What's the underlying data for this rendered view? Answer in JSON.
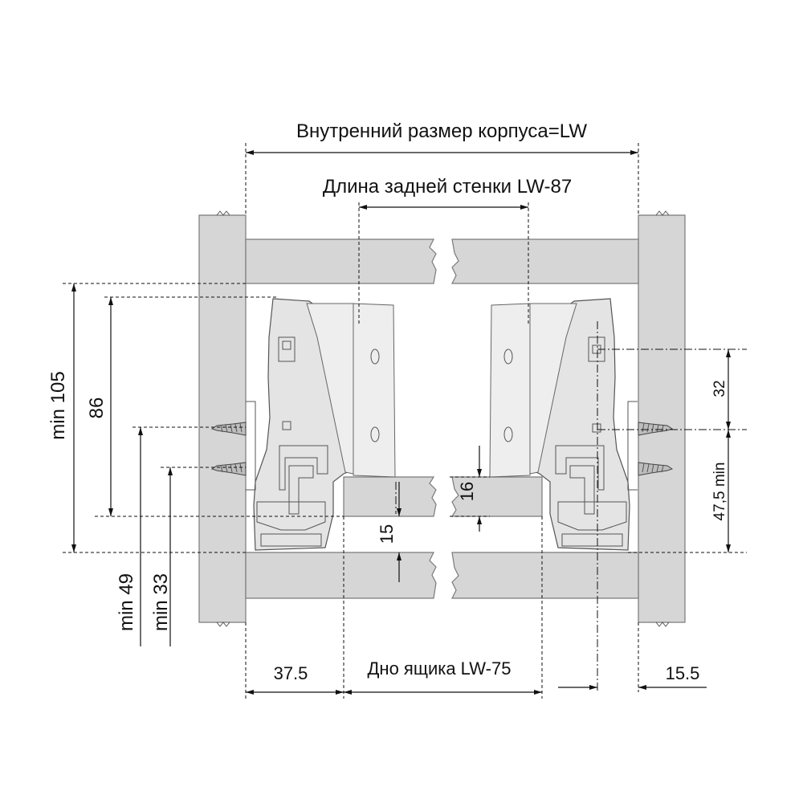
{
  "labels": {
    "inner_width": "Внутренний размер корпуса=LW",
    "back_wall": "Длина задней стенки  LW-87",
    "drawer_bottom": "Дно ящика  LW-75",
    "left_offset": "37.5",
    "right_offset": "15.5",
    "min_105": "min 105",
    "h_86": "86",
    "min_49": "min 49",
    "min_33": "min 33",
    "h_15": "15",
    "h_16": "16",
    "h_32": "32",
    "min_47_5": "47,5 min"
  },
  "colors": {
    "panel": "#d6d6d6",
    "line": "#111111"
  }
}
